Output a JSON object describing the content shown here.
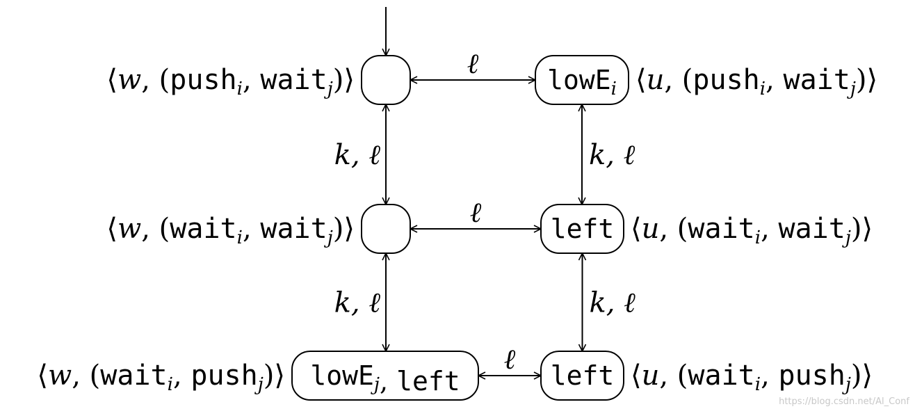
{
  "states": [
    {
      "id": "s-top-left",
      "name_parts": [],
      "annotation": {
        "agent": "w",
        "action_i": "push",
        "action_j": "wait"
      }
    },
    {
      "id": "s-top-right",
      "name_parts": [
        {
          "mono": "lowE",
          "sub": "i"
        }
      ],
      "annotation": {
        "agent": "u",
        "action_i": "push",
        "action_j": "wait"
      }
    },
    {
      "id": "s-mid-left",
      "name_parts": [],
      "annotation": {
        "agent": "w",
        "action_i": "wait",
        "action_j": "wait"
      }
    },
    {
      "id": "s-mid-right",
      "name_parts": [
        {
          "mono": "left"
        }
      ],
      "annotation": {
        "agent": "u",
        "action_i": "wait",
        "action_j": "wait"
      }
    },
    {
      "id": "s-bot-left",
      "name_parts": [
        {
          "mono": "lowE",
          "sub": "j"
        },
        {
          "mono": "left"
        }
      ],
      "annotation": {
        "agent": "w",
        "action_i": "wait",
        "action_j": "push"
      }
    },
    {
      "id": "s-bot-right",
      "name_parts": [
        {
          "mono": "left"
        }
      ],
      "annotation": {
        "agent": "u",
        "action_i": "wait",
        "action_j": "push"
      }
    }
  ],
  "edges": [
    {
      "from": "s-top-left",
      "to": "s-top-right",
      "label": "ℓ"
    },
    {
      "from": "s-mid-left",
      "to": "s-mid-right",
      "label": "ℓ"
    },
    {
      "from": "s-bot-left",
      "to": "s-bot-right",
      "label": "ℓ"
    },
    {
      "from": "s-top-left",
      "to": "s-mid-left",
      "label": "k, ℓ"
    },
    {
      "from": "s-mid-left",
      "to": "s-bot-left",
      "label": "k, ℓ"
    },
    {
      "from": "s-top-right",
      "to": "s-mid-right",
      "label": "k, ℓ"
    },
    {
      "from": "s-mid-right",
      "to": "s-bot-right",
      "label": "k, ℓ"
    }
  ],
  "initial_state": "s-top-left",
  "watermark": "https://blog.csdn.net/Al_Conf"
}
